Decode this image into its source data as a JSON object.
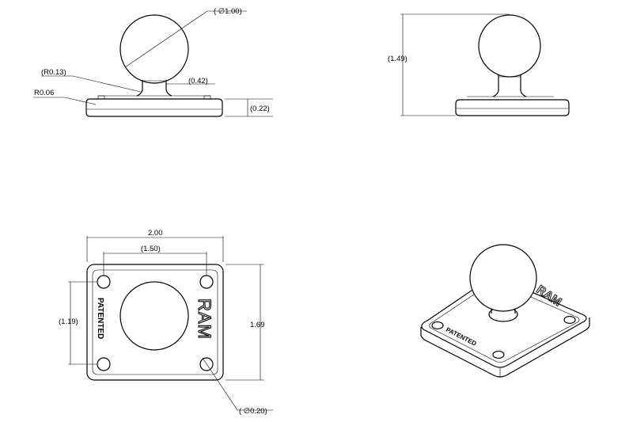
{
  "front_view": {
    "ball_diameter": "( ∅1.00)",
    "radius_neck": "(R0.13)",
    "neck_width": "(0.42)",
    "radius_base": "R0.06",
    "base_thickness": "(0.22)"
  },
  "side_view": {
    "overall_height": "(1.49)"
  },
  "top_view": {
    "overall_width": "2.00",
    "hole_spacing_x": "(1.50)",
    "hole_spacing_y": "(1.19)",
    "overall_depth": "1.69",
    "hole_diameter": "( ∅0.20)",
    "label_patented": "PATENTED",
    "label_brand": "RAM"
  },
  "iso_view": {
    "label_patented": "PATENTED",
    "label_brand": "RAM"
  }
}
